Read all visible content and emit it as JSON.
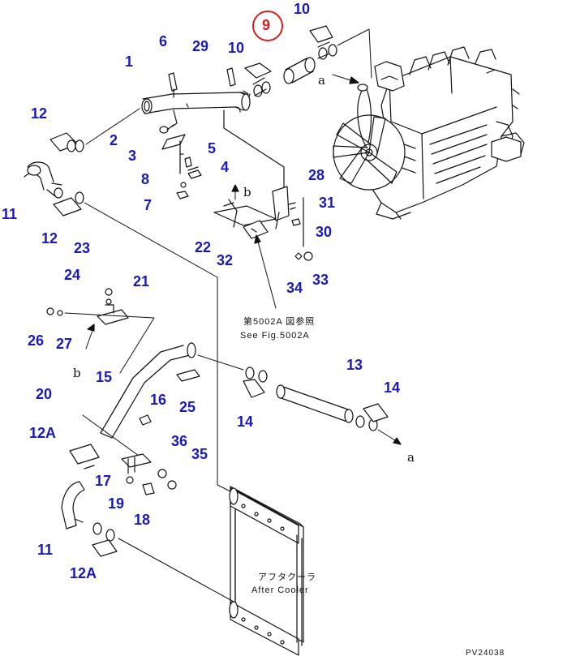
{
  "diagram": {
    "highlight_color": "#d42020",
    "callout_color": "#1a1ab8",
    "line_color": "#111111",
    "callouts": {
      "c1": "1",
      "c2": "2",
      "c3": "3",
      "c4": "4",
      "c5": "5",
      "c6": "6",
      "c7": "7",
      "c8": "8",
      "c9": "9",
      "c10a": "10",
      "c10b": "10",
      "c11a": "11",
      "c11b": "11",
      "c12a": "12",
      "c12b": "12",
      "c12Aa": "12A",
      "c12Ab": "12A",
      "c13": "13",
      "c14a": "14",
      "c14b": "14",
      "c15": "15",
      "c16": "16",
      "c17": "17",
      "c18": "18",
      "c19": "19",
      "c20": "20",
      "c21": "21",
      "c22": "22",
      "c23": "23",
      "c24": "24",
      "c25": "25",
      "c26": "26",
      "c27": "27",
      "c28": "28",
      "c29": "29",
      "c30": "30",
      "c31": "31",
      "c32": "32",
      "c33": "33",
      "c34": "34",
      "c35": "35",
      "c36": "36"
    },
    "view_letters": {
      "a1": "a",
      "a2": "a",
      "b1": "b",
      "b2": "b"
    },
    "notes": {
      "see_fig_jp": "第5002A 図参照",
      "see_fig_en": "See Fig.5002A",
      "aftercooler_jp": "アフタクーラ",
      "aftercooler_en": "After Cooler",
      "corner_code": "PV24038"
    }
  }
}
